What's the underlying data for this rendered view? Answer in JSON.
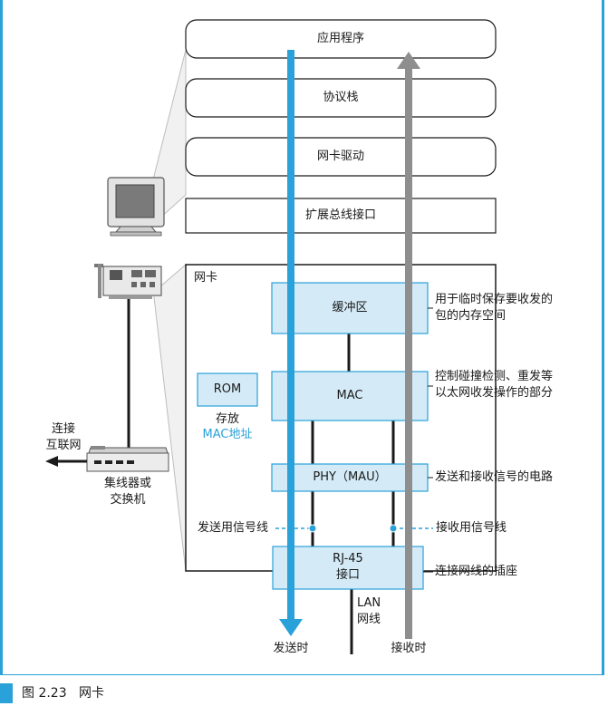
{
  "layers": {
    "app": "应用程序",
    "stack": "协议栈",
    "driver": "网卡驱动",
    "bus": "扩展总线接口"
  },
  "nic": {
    "title": "网卡",
    "buffer": "缓冲区",
    "buffer_desc_1": "用于临时保存要收发的",
    "buffer_desc_2": "包的内存空间",
    "mac": "MAC",
    "mac_desc_1": "控制碰撞检测、重发等",
    "mac_desc_2": "以太网收发操作的部分",
    "phy": "PHY（MAU）",
    "phy_desc": "发送和接收信号的电路",
    "rom": "ROM",
    "rom_desc_1": "存放",
    "rom_desc_2": "MAC地址",
    "send_signal": "发送用信号线",
    "recv_signal": "接收用信号线",
    "rj45_1": "RJ-45",
    "rj45_2": "接口",
    "rj45_desc": "连接网线的插座",
    "lan_1": "LAN",
    "lan_2": "网线"
  },
  "side": {
    "internet_1": "连接",
    "internet_2": "互联网",
    "hub_1": "集线器或",
    "hub_2": "交换机"
  },
  "arrows": {
    "send": "发送时",
    "recv": "接收时"
  },
  "caption": {
    "number": "图 2.23",
    "title": "网卡"
  },
  "colors": {
    "accent": "#2aa1d9",
    "box_fill": "#d4ebf7",
    "recv_arrow": "#8e8e8e"
  }
}
